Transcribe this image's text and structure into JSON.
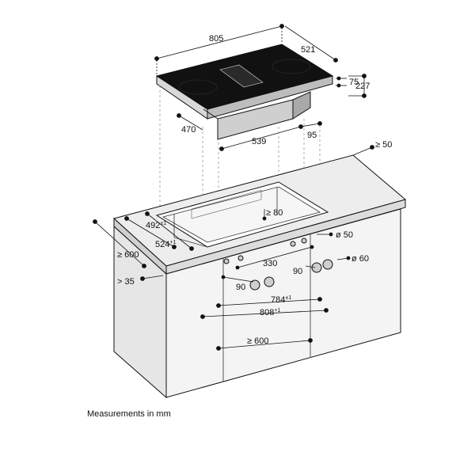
{
  "caption": "Measurements in mm",
  "colors": {
    "line": "#111111",
    "counter_top": "#e9e9e9",
    "cabinet": "#f2f2f2",
    "cooktop": "#1a1a1a",
    "dim_line": "#777777"
  },
  "dimensions": {
    "cooktop_width": "805",
    "cooktop_depth": "521",
    "glass_thickness": "75",
    "total_height": "227",
    "body_depth": "470",
    "body_width": "539",
    "body_offset": "95",
    "rear_clearance": "≥ 50",
    "rear_gap": "≥ 80",
    "cutout_depth": "492",
    "cutout_depth_tol": "±1",
    "cutout_width": "524",
    "cutout_width_tol": "+1",
    "counter_depth": "≥ 600",
    "front_clearance": "> 35",
    "duct_diameter_small": "ø 50",
    "duct_diameter_large": "ø 60",
    "pipe_spacing": "330",
    "left_offset": "90",
    "right_offset": "90",
    "inner_width": "784",
    "inner_width_tol": "±1",
    "outer_width": "808",
    "outer_width_tol": "+1",
    "cabinet_width": "≥ 600"
  }
}
